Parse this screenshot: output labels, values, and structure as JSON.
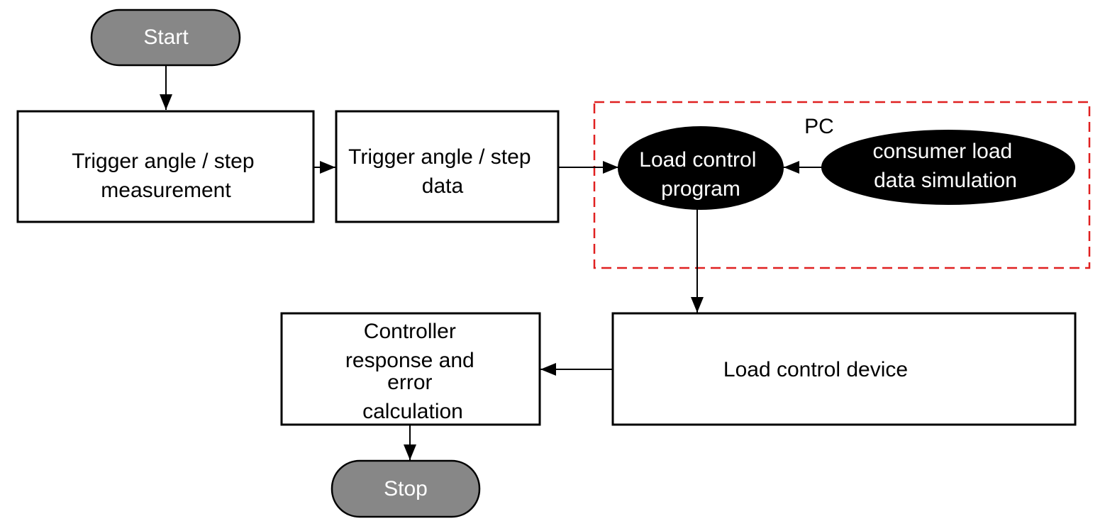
{
  "diagram": {
    "terminals": {
      "start": "Start",
      "stop": "Stop"
    },
    "boxes": {
      "trigger_measurement": [
        "Trigger angle / step",
        "measurement"
      ],
      "trigger_data": [
        "Trigger angle / step",
        "data"
      ],
      "load_control_device": [
        "Load control device"
      ],
      "controller_response": [
        "Controller",
        "response and",
        "error",
        "calculation"
      ]
    },
    "pc_group": {
      "label": "PC",
      "load_control_program": [
        "Load control",
        "program"
      ],
      "consumer_load_simulation": [
        "consumer load",
        "data simulation"
      ]
    }
  },
  "colors": {
    "terminal_fill": "#878787",
    "process_fill": "#ffffff",
    "ellipse_fill": "#000000",
    "group_border": "#e02020",
    "stroke": "#000000"
  }
}
